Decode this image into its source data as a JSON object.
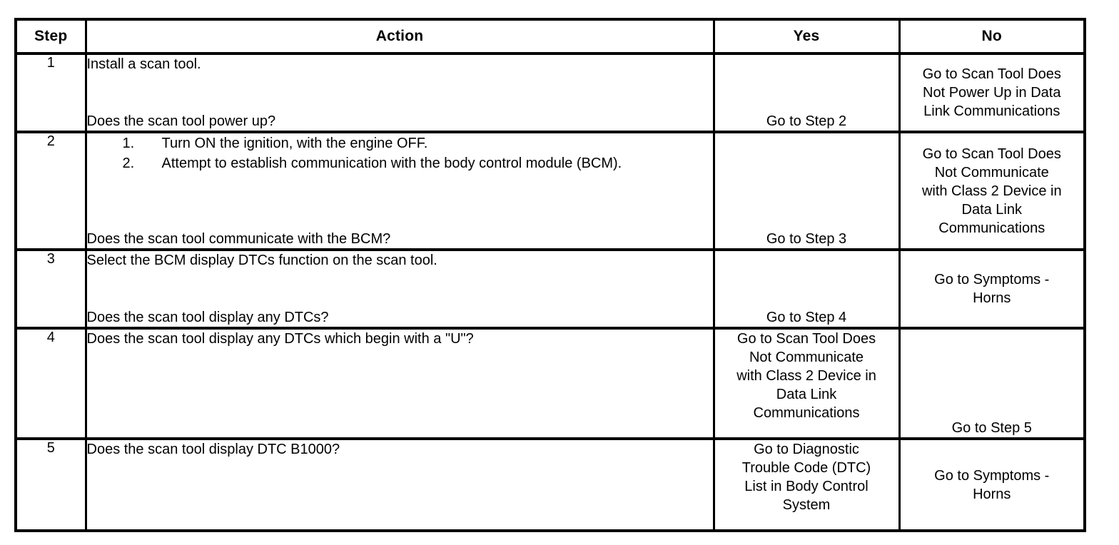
{
  "table": {
    "headers": {
      "step": "Step",
      "action": "Action",
      "yes": "Yes",
      "no": "No"
    },
    "rows": [
      {
        "step": "1",
        "action": {
          "lead": "Install a scan tool.",
          "list": [],
          "question": "Does the scan tool power up?"
        },
        "yes": [],
        "yes_single": "Go to Step 2",
        "no": [
          "Go to Scan Tool Does",
          "Not Power Up in Data",
          "Link Communications"
        ]
      },
      {
        "step": "2",
        "action": {
          "lead": "",
          "list": [
            {
              "num": "1.",
              "text": "Turn ON the ignition, with the engine OFF."
            },
            {
              "num": "2.",
              "text": "Attempt to establish communication with the body control module (BCM)."
            }
          ],
          "question": "Does the scan tool communicate with the BCM?"
        },
        "yes": [],
        "yes_single": "Go to Step 3",
        "no": [
          "Go to Scan Tool Does",
          "Not Communicate",
          "with Class 2 Device in",
          "Data Link",
          "Communications"
        ]
      },
      {
        "step": "3",
        "action": {
          "lead": "Select the BCM display DTCs function on the scan tool.",
          "list": [],
          "question": "Does the scan tool display any DTCs?"
        },
        "yes": [],
        "yes_single": "Go to Step 4",
        "no": [
          "Go to Symptoms -",
          "Horns"
        ]
      },
      {
        "step": "4",
        "action": {
          "lead": "Does the scan tool display any DTCs which begin with a \"U\"?",
          "list": [],
          "question": ""
        },
        "yes": [
          "Go to Scan Tool Does",
          "Not Communicate",
          "with Class 2 Device in",
          "Data Link",
          "Communications"
        ],
        "yes_single": "",
        "no_single": "Go to Step 5",
        "no": []
      },
      {
        "step": "5",
        "action": {
          "lead": "Does the scan tool display DTC B1000?",
          "list": [],
          "question": ""
        },
        "yes": [
          "Go to Diagnostic",
          "Trouble Code (DTC)",
          "List in Body Control",
          "System"
        ],
        "yes_single": "",
        "no": [
          "Go to Symptoms -",
          "Horns"
        ]
      }
    ]
  },
  "colors": {
    "border": "#000000",
    "background": "#ffffff",
    "text": "#000000"
  }
}
